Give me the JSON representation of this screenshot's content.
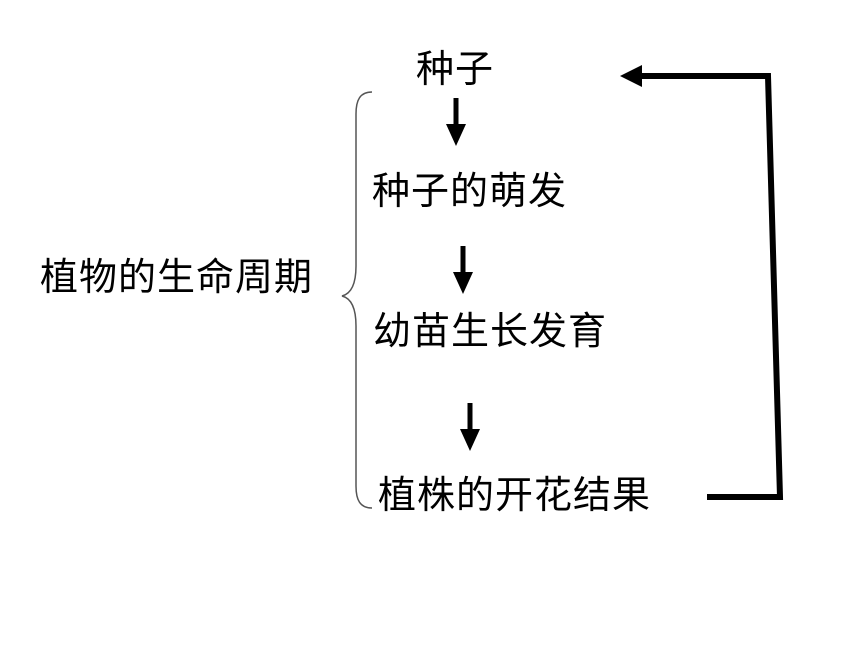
{
  "diagram": {
    "title": "植物的生命周期",
    "stages": [
      "种子",
      "种子的萌发",
      "幼苗生长发育",
      "植株的开花结果"
    ],
    "colors": {
      "text": "#000000",
      "lines": "#000000",
      "brace": "#555555"
    }
  }
}
